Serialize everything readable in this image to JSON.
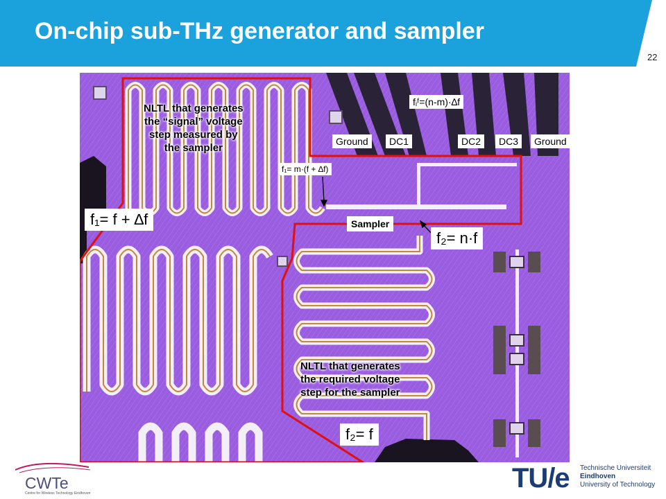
{
  "slide": {
    "title": "On-chip sub-THz generator and sampler",
    "page_number": "22"
  },
  "image": {
    "labels": {
      "f1_main": "f₁= f + ∆f",
      "f2_n": "f₂= n·f",
      "f2_bottom": "f₂= f",
      "f_if": "fᵢᶠ=(n-m)·∆f",
      "f1_m": "f₁= m·(f + ∆f)",
      "sampler": "Sampler",
      "pads": [
        "Ground",
        "DC1",
        "DC2",
        "DC3",
        "Ground"
      ]
    },
    "callouts": {
      "top": [
        "NLTL that generates",
        "the “signal” voltage",
        "step measured by",
        "the sampler"
      ],
      "bottom": [
        "NLTL that generates",
        "the required voltage",
        "step for the sampler"
      ]
    }
  },
  "logos": {
    "cwte_name": "CWTe",
    "cwte_sub": "Centre for Wireless Technology Eindhoven",
    "tue_mark": "TU/e",
    "tue_lines": [
      "Technische Universiteit",
      "Eindhoven",
      "University of Technology"
    ]
  },
  "colors": {
    "title_bar": "#1ba1dc",
    "chip_background": "#9b5fe0",
    "red_outline": "#e01010"
  }
}
